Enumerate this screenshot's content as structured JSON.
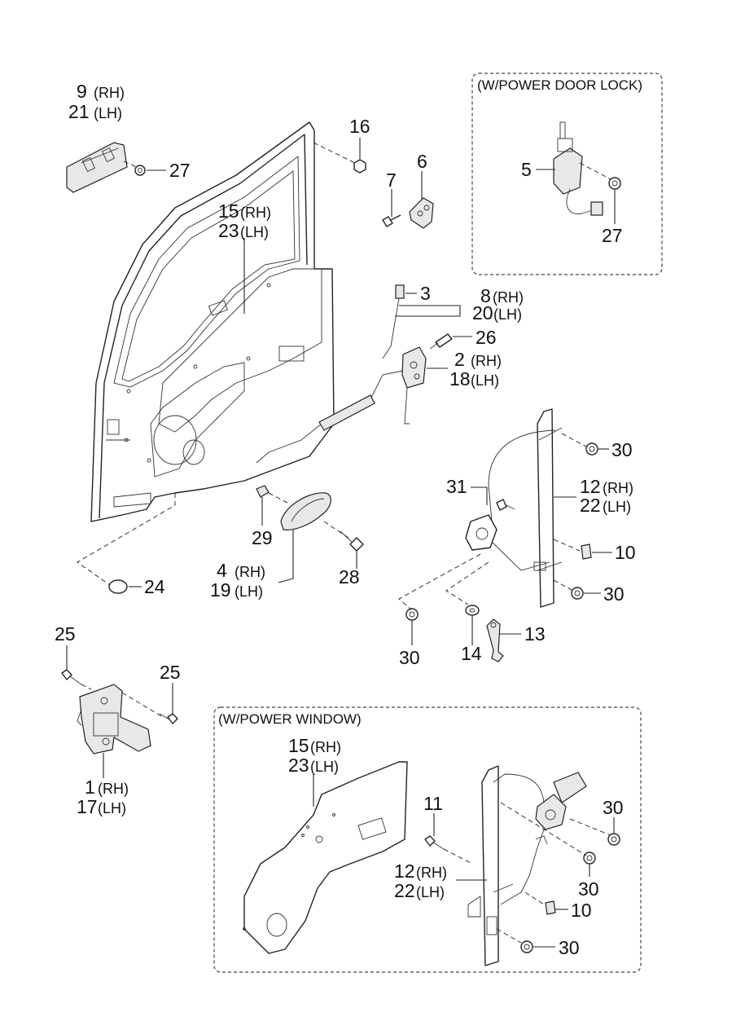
{
  "sections": {
    "power_door_lock": "(W/POWER DOOR LOCK)",
    "power_window": "(W/POWER WINDOW)"
  },
  "callouts": {
    "c9": "9",
    "c9s": "(RH)",
    "c21": "21",
    "c21s": "(LH)",
    "c27a": "27",
    "c16": "16",
    "c7": "7",
    "c6": "6",
    "c15a": "15",
    "c15as": "(RH)",
    "c23a": "23",
    "c23as": "(LH)",
    "c5": "5",
    "c27b": "27",
    "c3": "3",
    "c8": "8",
    "c8s": "(RH)",
    "c20": "20",
    "c20s": "(LH)",
    "c26": "26",
    "c2": "2",
    "c2s": "(RH)",
    "c18": "18",
    "c18s": "(LH)",
    "c30a": "30",
    "c31": "31",
    "c12a": "12",
    "c12as": "(RH)",
    "c22a": "22",
    "c22as": "(LH)",
    "c10a": "10",
    "c30b": "30",
    "c30c": "30",
    "c14": "14",
    "c13": "13",
    "c29": "29",
    "c4": "4",
    "c4s": "(RH)",
    "c19": "19",
    "c19s": "(LH)",
    "c28": "28",
    "c24": "24",
    "c25a": "25",
    "c25b": "25",
    "c1": "1",
    "c1s": "(RH)",
    "c17": "17",
    "c17s": "(LH)",
    "c15b": "15",
    "c15bs": "(RH)",
    "c23b": "23",
    "c23bs": "(LH)",
    "c11": "11",
    "c30d": "30",
    "c30e": "30",
    "c12b": "12",
    "c12bs": "(RH)",
    "c22b": "22",
    "c22bs": "(LH)",
    "c10b": "10",
    "c30f": "30"
  }
}
